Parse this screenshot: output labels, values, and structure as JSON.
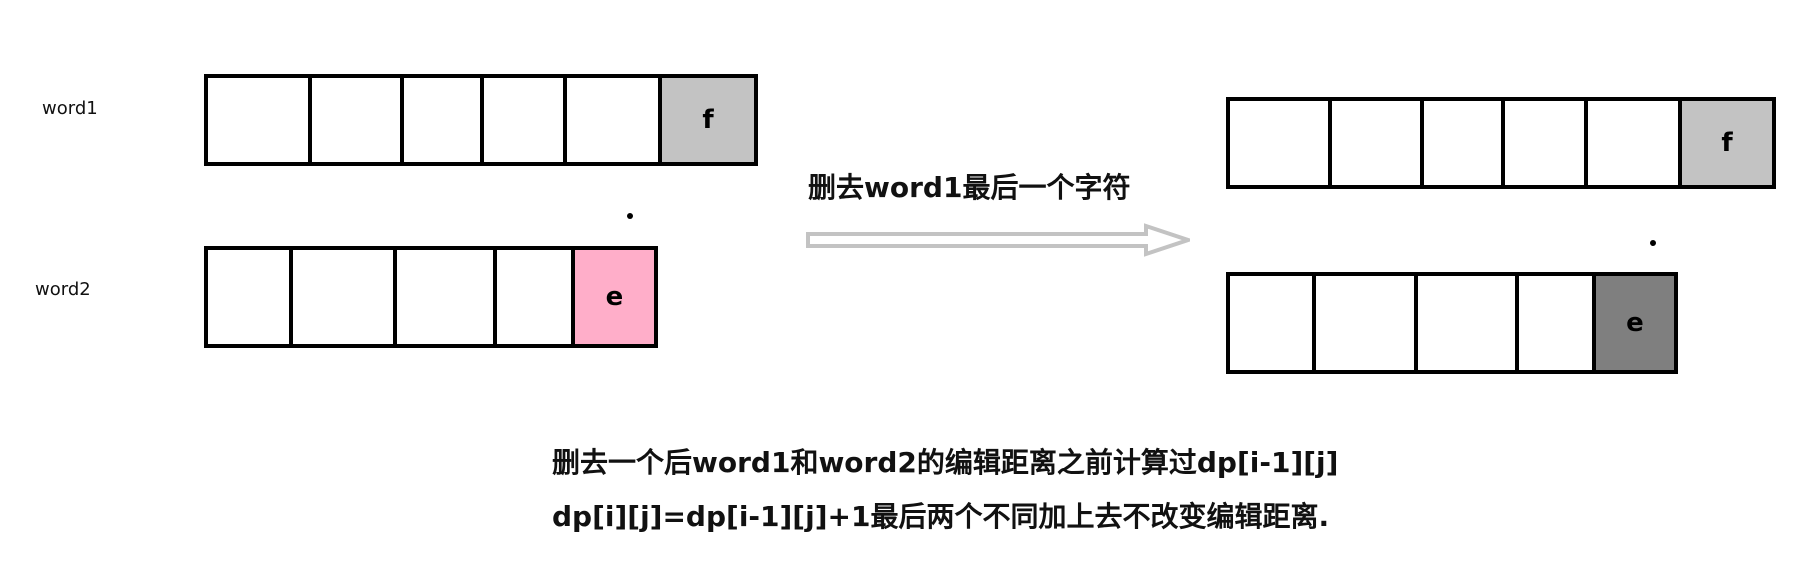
{
  "before": {
    "word1_label": "word1",
    "word2_label": "word2",
    "word1_last": "f",
    "word2_last": "e"
  },
  "operation": "删去word1最后一个字符",
  "after": {
    "word1_last": "f",
    "word2_last": "e"
  },
  "notes": {
    "line1": "删去一个后word1和word2的编辑距离之前计算过dp[i-1][j]",
    "line2": "dp[i][j]=dp[i-1][j]+1最后两个不同加上去不改变编辑距离."
  },
  "colors": {
    "grey_cell": "#c3c3c3",
    "pink_cell": "#ffaec9",
    "dark_cell": "#7f7f7f",
    "arrow": "#c3c3c3"
  }
}
